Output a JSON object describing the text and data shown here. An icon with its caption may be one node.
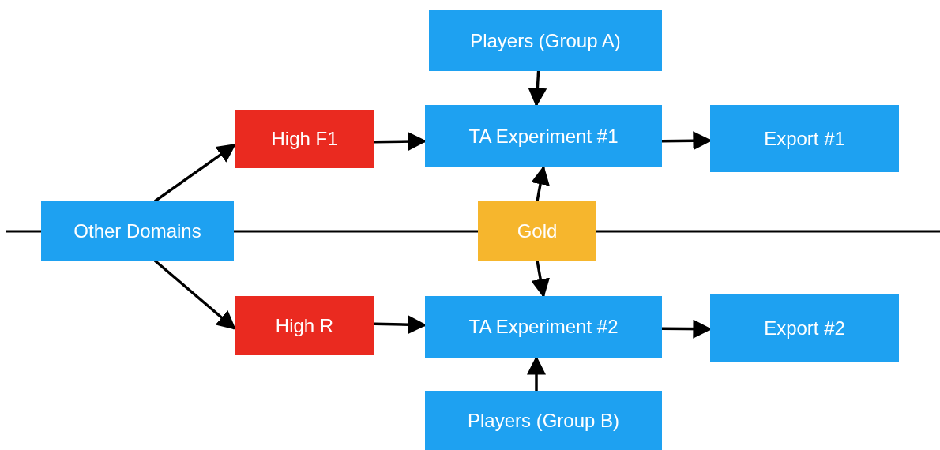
{
  "diagram": {
    "nodes": [
      {
        "text": [
          "Players (Group A)"
        ]
      },
      {
        "text": [
          "High F1"
        ]
      },
      {
        "text": [
          "TA Experiment #1"
        ]
      },
      {
        "text": [
          "Export #1"
        ]
      },
      {
        "text": [
          "Other Domains"
        ]
      },
      {
        "text": [
          "Gold"
        ]
      },
      {
        "text": [
          "High R"
        ]
      },
      {
        "text": [
          "TA Experiment #2"
        ]
      },
      {
        "text": [
          "Export #2"
        ]
      },
      {
        "text": [
          "Players (Group B)"
        ]
      }
    ],
    "edges": [
      {
        "from": 4,
        "to": 1,
        "arrow": "to"
      },
      {
        "from": 4,
        "to": 6,
        "arrow": "to"
      },
      {
        "from": 1,
        "to": 2,
        "arrow": "to"
      },
      {
        "from": 6,
        "to": 7,
        "arrow": "to"
      },
      {
        "from": 0,
        "to": 2,
        "arrow": "to"
      },
      {
        "from": 5,
        "to": 2,
        "arrow": "to"
      },
      {
        "from": 5,
        "to": 7,
        "arrow": "to"
      },
      {
        "from": 2,
        "to": 3,
        "arrow": "to"
      },
      {
        "from": 7,
        "to": 8,
        "arrow": "to"
      },
      {
        "from": 9,
        "to": 7,
        "arrow": "to"
      }
    ]
  }
}
